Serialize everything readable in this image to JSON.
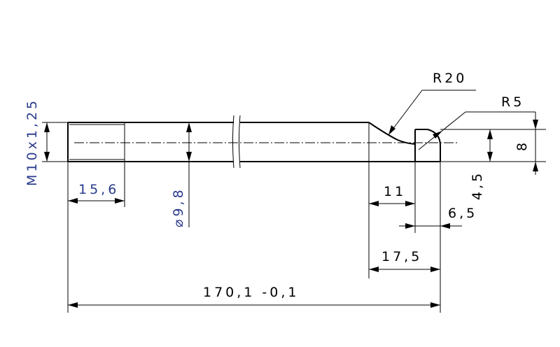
{
  "drawing": {
    "thread_label": "M10x1,25",
    "dim_thread_length": "15,6",
    "dim_diameter": "⌀9,8",
    "dim_groove_offset": "11",
    "dim_r20": "R20",
    "dim_r5": "R5",
    "dim_depth": "4,5",
    "dim_height": "8",
    "dim_6_5": "6,5",
    "dim_17_5": "17,5",
    "dim_total_length": "170,1 -0,1"
  }
}
